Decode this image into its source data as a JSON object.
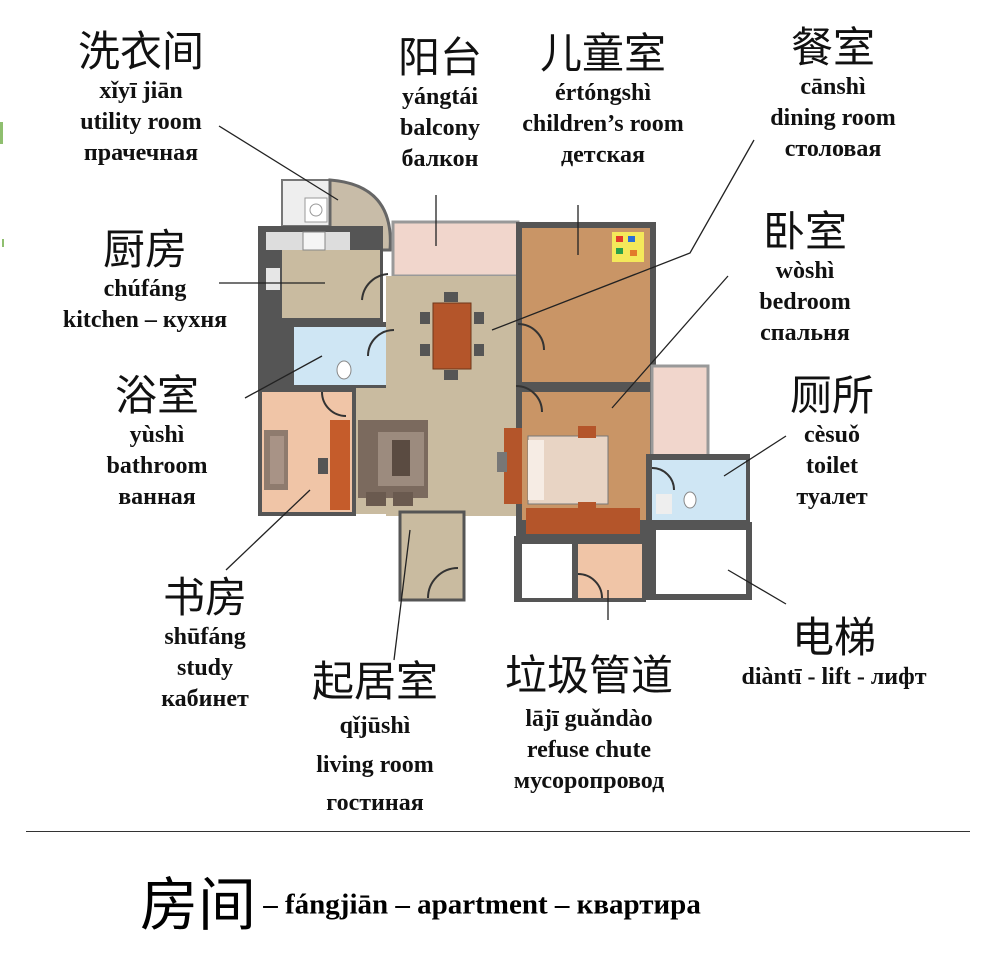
{
  "labels": {
    "utility": {
      "zh": "洗衣间",
      "pinyin": "xǐyī jiān",
      "en": "utility room",
      "ru": "прачечная"
    },
    "balcony": {
      "zh": "阳台",
      "pinyin": "yángtái",
      "en": "balcony",
      "ru": "балкон"
    },
    "children": {
      "zh": "儿童室",
      "pinyin": "értóngshì",
      "en": "children’s room",
      "ru": "детская"
    },
    "dining": {
      "zh": "餐室",
      "pinyin": "cānshì",
      "en": "dining room",
      "ru": "столовая"
    },
    "kitchen": {
      "zh": "厨房",
      "pinyin": "chúfáng",
      "enru": "kitchen – кухня"
    },
    "bedroom": {
      "zh": "卧室",
      "pinyin": "wòshì",
      "en": "bedroom",
      "ru": "спальня"
    },
    "bathroom": {
      "zh": "浴室",
      "pinyin": "yùshì",
      "en": "bathroom",
      "ru": "ванная"
    },
    "toilet": {
      "zh": "厕所",
      "pinyin": "cèsuǒ",
      "en": "toilet",
      "ru": "туалет"
    },
    "study": {
      "zh": "书房",
      "pinyin": "shūfáng",
      "en": "study",
      "ru": "кабинет"
    },
    "lift": {
      "zh": "电梯",
      "line": "diàntī - lift - лифт"
    },
    "living": {
      "zh": "起居室",
      "pinyin": "qǐjūshì",
      "en": "living room",
      "ru": "гостиная"
    },
    "chute": {
      "zh": "垃圾管道",
      "pinyin": "lājī guǎndào",
      "en": "refuse chute",
      "ru": "мусоропровод"
    }
  },
  "footer": {
    "zh": "房间",
    "text": " – fángjiān  – apartment –  квартира"
  },
  "colors": {
    "wall": "#555555",
    "tile": "#c9bba0",
    "wood": "#c99566",
    "pink": "#f1d6cc",
    "blue": "#cfe6f4",
    "dark_wood": "#b4552a",
    "line": "#222222"
  }
}
